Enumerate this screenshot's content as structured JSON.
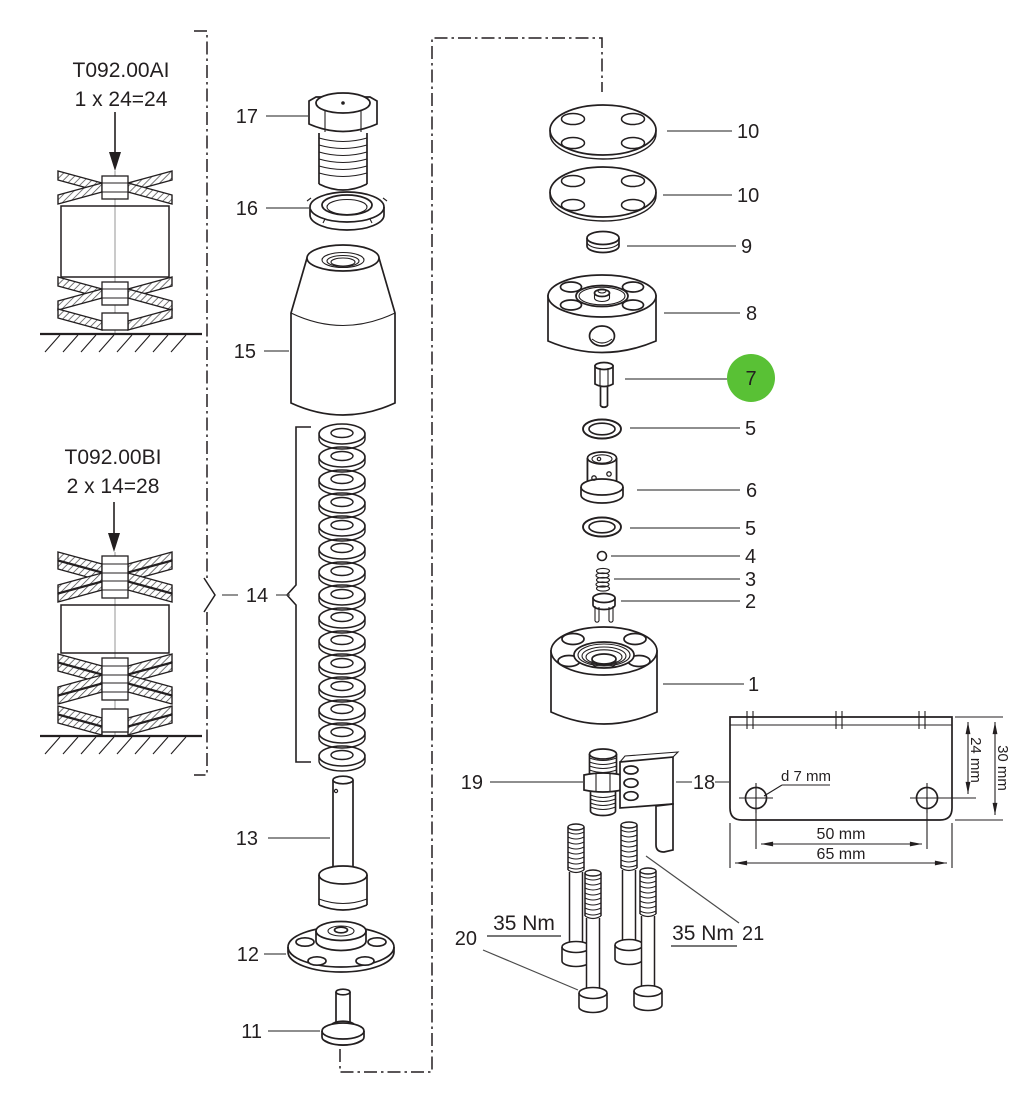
{
  "diagram": {
    "background": "#ffffff",
    "colors": {
      "line": "#231f20",
      "leader": "#4a4a4a",
      "highlight_green": "#59c135",
      "text": "#231f20"
    },
    "notes": {
      "top": {
        "code": "T092.00AI",
        "formula": "1 x 24=24"
      },
      "bottom": {
        "code": "T092.00BI",
        "formula": "2 x 14=28"
      }
    },
    "callouts": {
      "part1": "1",
      "part2": "2",
      "part3": "3",
      "part4": "4",
      "part5_upper": "5",
      "part5_lower": "5",
      "part6": "6",
      "part7": "7",
      "part8": "8",
      "part9": "9",
      "part10_top": "10",
      "part10_mid": "10",
      "part11": "11",
      "part12": "12",
      "part13": "13",
      "part14": "14",
      "part15": "15",
      "part16": "16",
      "part17": "17",
      "part18": "18",
      "part19": "19",
      "part20": "20",
      "part21": "21"
    },
    "highlight": {
      "part": "7"
    },
    "torque": {
      "left": "35 Nm",
      "right": "35 Nm"
    },
    "plate_dimensions": {
      "hole_diameter": "d 7 mm",
      "hole_height": "24 mm",
      "total_height": "30 mm",
      "hole_spacing": "50 mm",
      "total_width": "65 mm"
    }
  }
}
